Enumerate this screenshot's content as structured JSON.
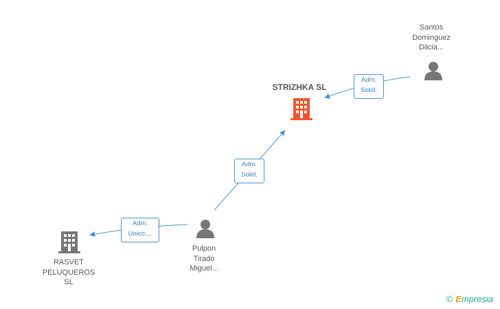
{
  "nodes": {
    "strizhka": {
      "name": "STRIZHKA SL",
      "type": "company",
      "color": "#f0562d"
    },
    "santos": {
      "lines": [
        "Santos",
        "Dominguez",
        "Dilcia..."
      ],
      "type": "person",
      "color": "#777777"
    },
    "pulpon": {
      "lines": [
        "Pulpon",
        "Tirado",
        "Miguel..."
      ],
      "type": "person",
      "color": "#777777"
    },
    "rasvet": {
      "lines": [
        "RASVET",
        "PELUQUEROS",
        "SL"
      ],
      "type": "company",
      "color": "#777777"
    }
  },
  "edges": {
    "santos_strizhka": {
      "lines": [
        "Adm.",
        "Solid."
      ]
    },
    "pulpon_strizhka": {
      "lines": [
        "Adm.",
        "Solid."
      ]
    },
    "pulpon_rasvet": {
      "lines": [
        "Adm.",
        "Unico,..."
      ]
    }
  },
  "footer": {
    "copyright": "©",
    "brand_initial": "E",
    "brand_rest": "mpresia"
  },
  "colors": {
    "edge": "#4a8fd8",
    "accent": "#f0562d",
    "node": "#777777"
  }
}
